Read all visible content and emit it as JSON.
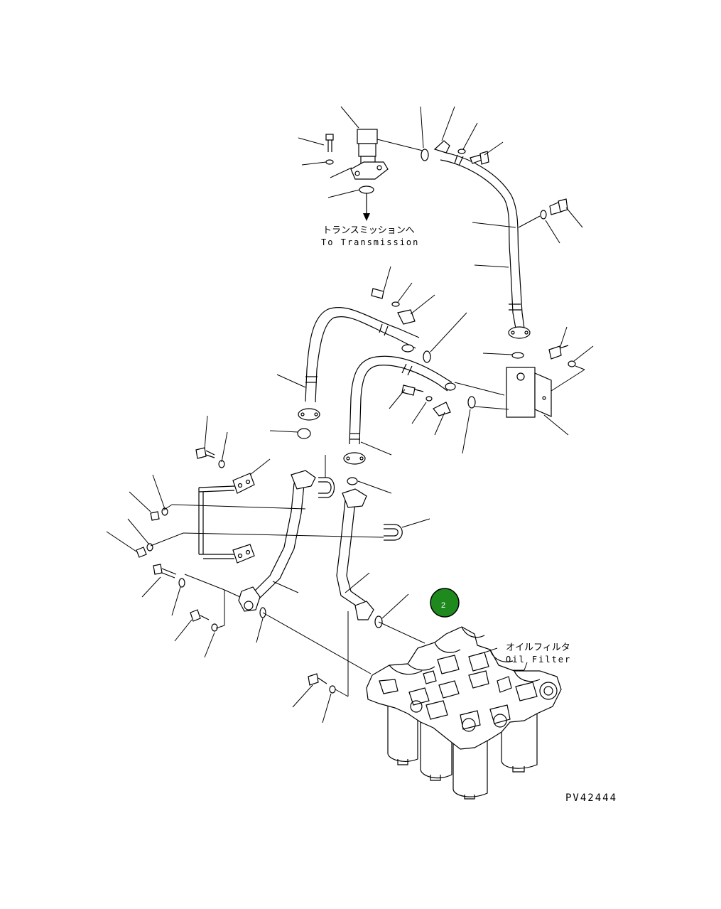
{
  "labels": {
    "to_transmission_jp": "トランスミッションへ",
    "to_transmission_en": "To Transmission",
    "oil_filter_jp": "オイルフィルタ",
    "oil_filter_en": "Oil Filter",
    "drawing_number": "PV42444"
  },
  "callout_badge": {
    "number": "2",
    "color": "#1e8a1e"
  }
}
